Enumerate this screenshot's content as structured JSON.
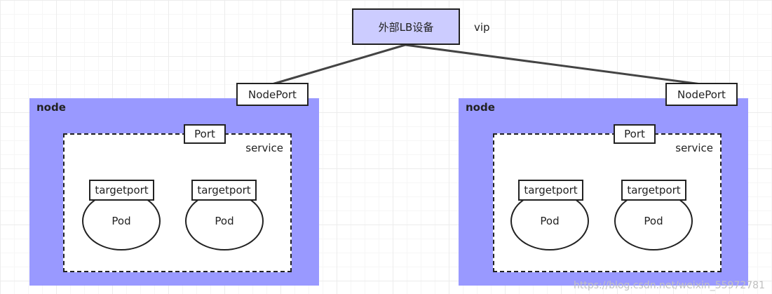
{
  "lb": {
    "label": "外部LB设备",
    "vip_label": "vip"
  },
  "nodes": [
    {
      "label": "node",
      "nodeport_label": "NodePort",
      "service_label": "service",
      "port_label": "Port",
      "targetports": [
        "targetport",
        "targetport"
      ],
      "pods": [
        "Pod",
        "Pod"
      ]
    },
    {
      "label": "node",
      "nodeport_label": "NodePort",
      "service_label": "service",
      "port_label": "Port",
      "targetports": [
        "targetport",
        "targetport"
      ],
      "pods": [
        "Pod",
        "Pod"
      ]
    }
  ],
  "colors": {
    "node_fill": "#9999ff",
    "lb_fill": "#ccccff",
    "line": "#444444"
  },
  "watermark": "https://blog.csdn.net/weixin_55972781"
}
